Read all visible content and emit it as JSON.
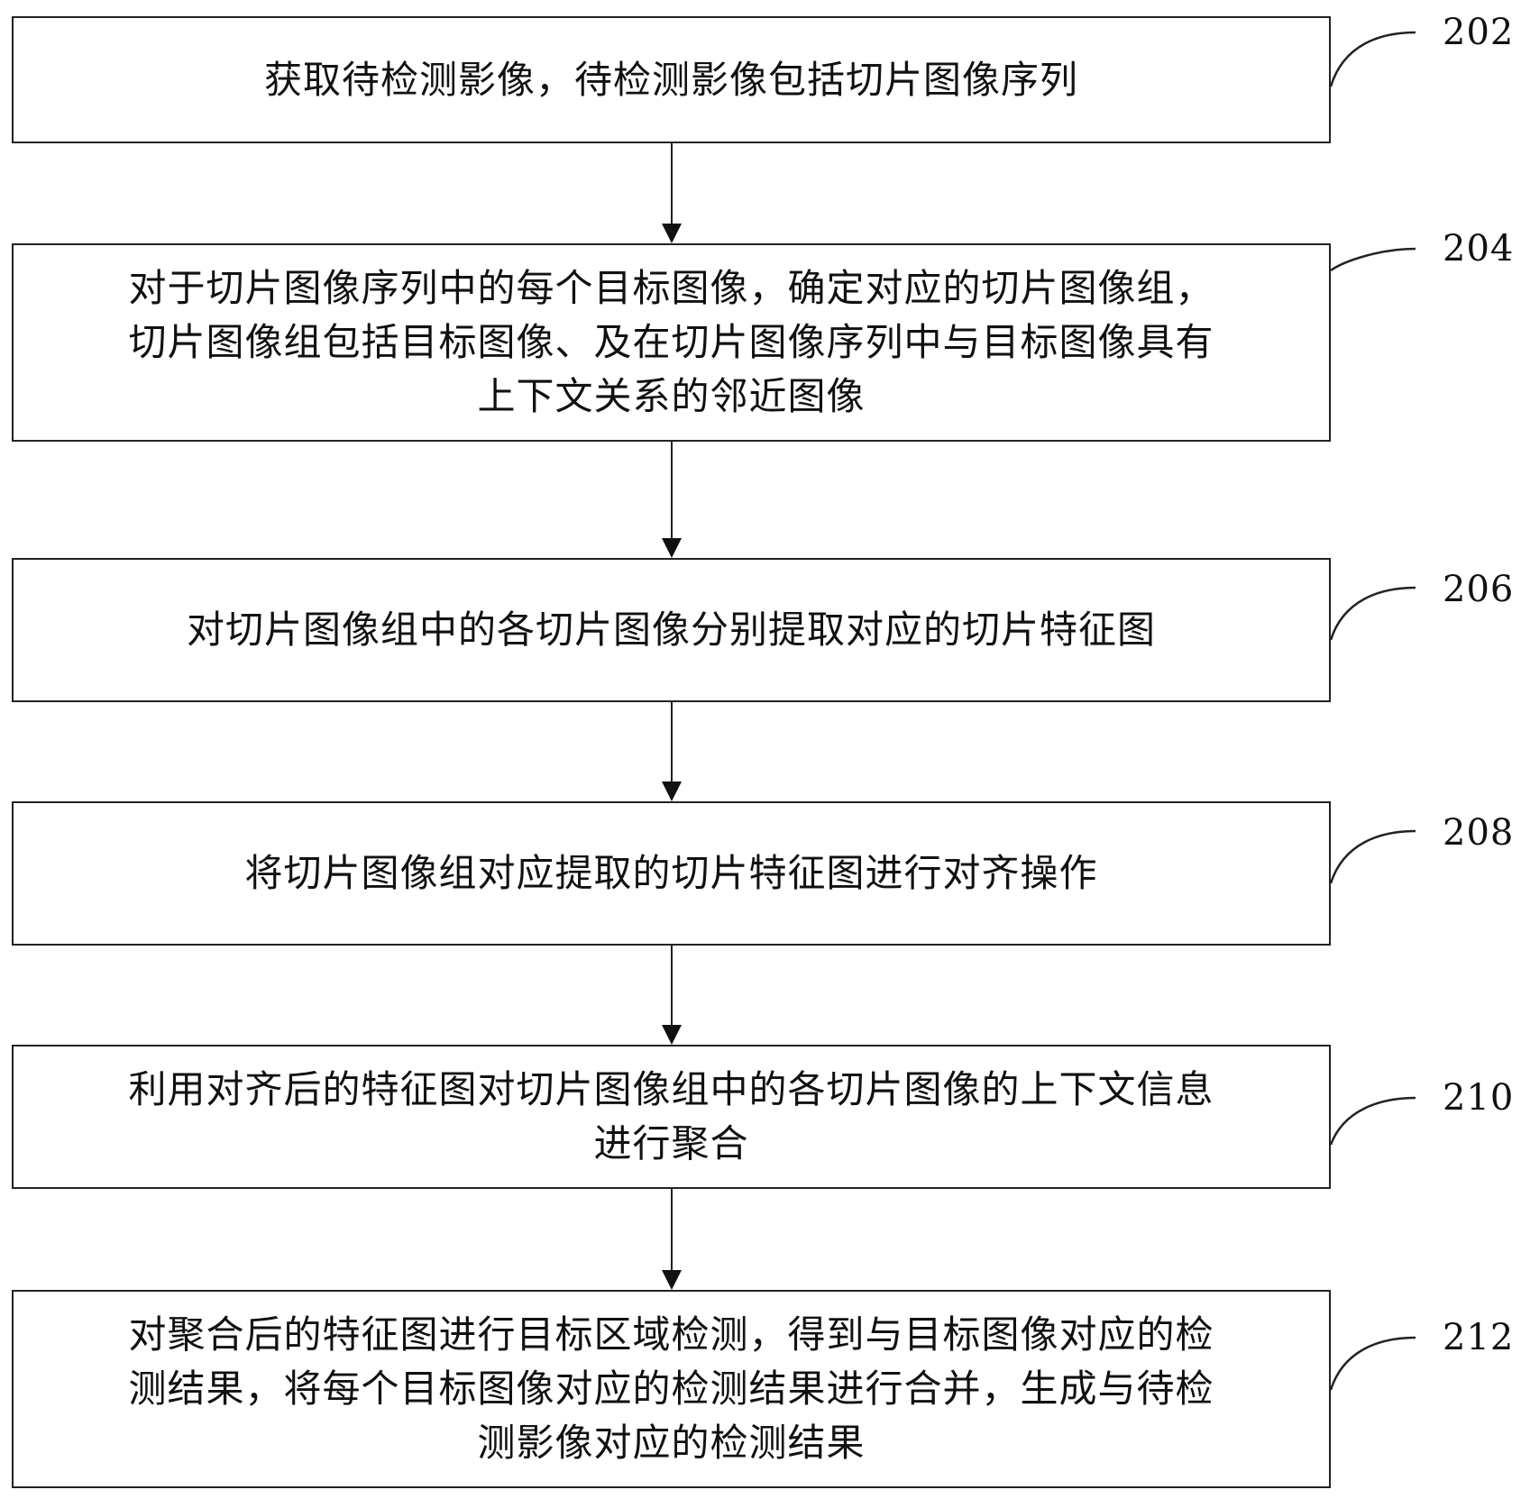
{
  "steps": [
    {
      "label": "202",
      "text": "获取待检测影像，待检测影像包括切片图像序列"
    },
    {
      "label": "204",
      "text": "对于切片图像序列中的每个目标图像，确定对应的切片图像组，\n切片图像组包括目标图像、及在切片图像序列中与目标图像具有\n上下文关系的邻近图像"
    },
    {
      "label": "206",
      "text": "对切片图像组中的各切片图像分别提取对应的切片特征图"
    },
    {
      "label": "208",
      "text": "将切片图像组对应提取的切片特征图进行对齐操作"
    },
    {
      "label": "210",
      "text": "利用对齐后的特征图对切片图像组中的各切片图像的上下文信息\n进行聚合"
    },
    {
      "label": "212",
      "text": "对聚合后的特征图进行目标区域检测，得到与目标图像对应的检\n测结果，将每个目标图像对应的检测结果进行合并，生成与待检\n测影像对应的检测结果"
    }
  ]
}
